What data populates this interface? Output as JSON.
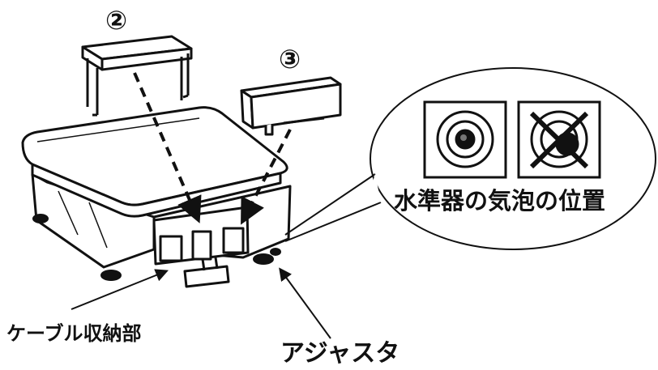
{
  "labels": {
    "marker_2": "②",
    "marker_3": "③",
    "bubble_caption": "水準器の気泡の位置",
    "cable_storage": "ケーブル収納部",
    "adjuster": "アジャスタ"
  },
  "level_indicator": {
    "correct": "bubble centered",
    "incorrect": "bubble off-center, crossed out"
  },
  "colors": {
    "ink": "#111111",
    "background": "#ffffff"
  }
}
